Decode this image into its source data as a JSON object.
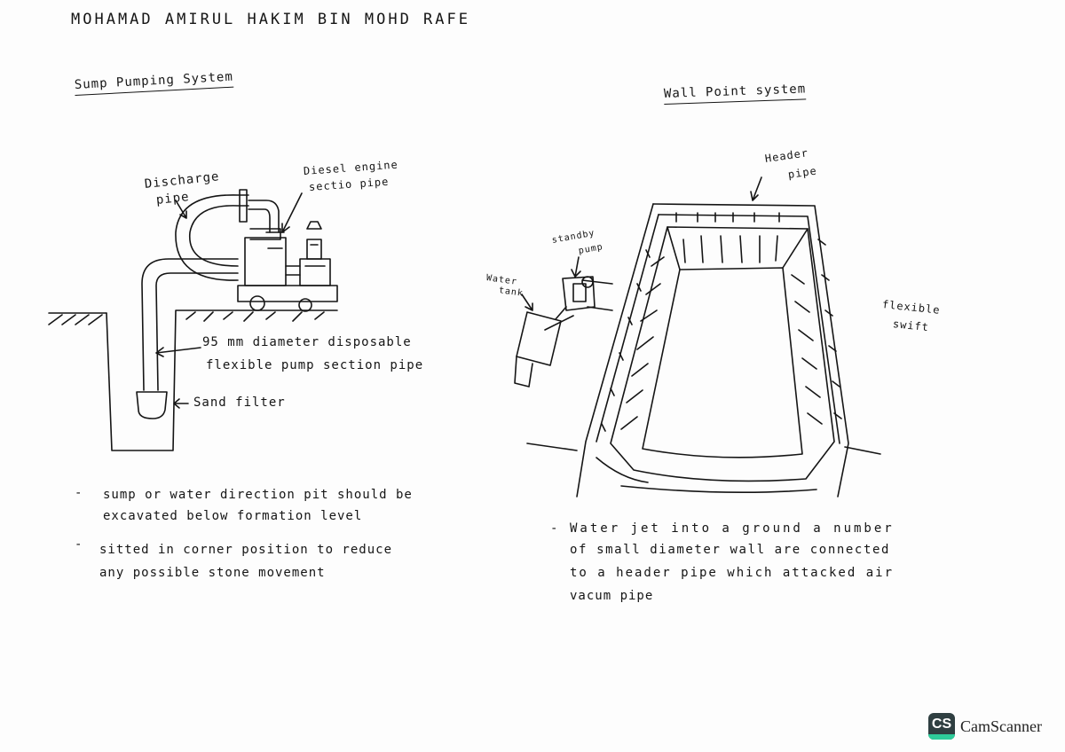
{
  "header": {
    "author": "MOHAMAD AMIRUL HAKIM BIN MOHD RAFE"
  },
  "sump": {
    "title": "Sump Pumping System",
    "labels": {
      "discharge_1": "Discharge",
      "discharge_2": "pipe",
      "engine_1": "Diesel engine",
      "engine_2": "sectio pipe",
      "pipe_1": "95 mm diameter disposable",
      "pipe_2": "flexible pump section pipe",
      "filter": "Sand filter"
    },
    "notes": [
      {
        "bullet": "-",
        "line1": "sump or water direction pit should be",
        "line2": "excavated below formation level"
      },
      {
        "bullet": "-",
        "line1": "sitted in corner position to reduce",
        "line2": "any possible stone movement"
      }
    ]
  },
  "wall": {
    "title": "Wall Point system",
    "labels": {
      "header_1": "Header",
      "header_2": "pipe",
      "standby_1": "standby",
      "standby_2": "pump",
      "tank_1": "Water",
      "tank_2": "tank",
      "flex_1": "flexible",
      "flex_2": "swift"
    },
    "note": {
      "bullet": "-",
      "line1": "Water jet into a ground a number",
      "line2": "of small diameter wall are connected",
      "line3": "to a header pipe which attacked air",
      "line4": "vacum pipe"
    }
  },
  "watermark": {
    "logo": "CS",
    "text": "CamScanner",
    "brand_color": "#2f3f41",
    "accent_color": "#2ecc9a"
  }
}
